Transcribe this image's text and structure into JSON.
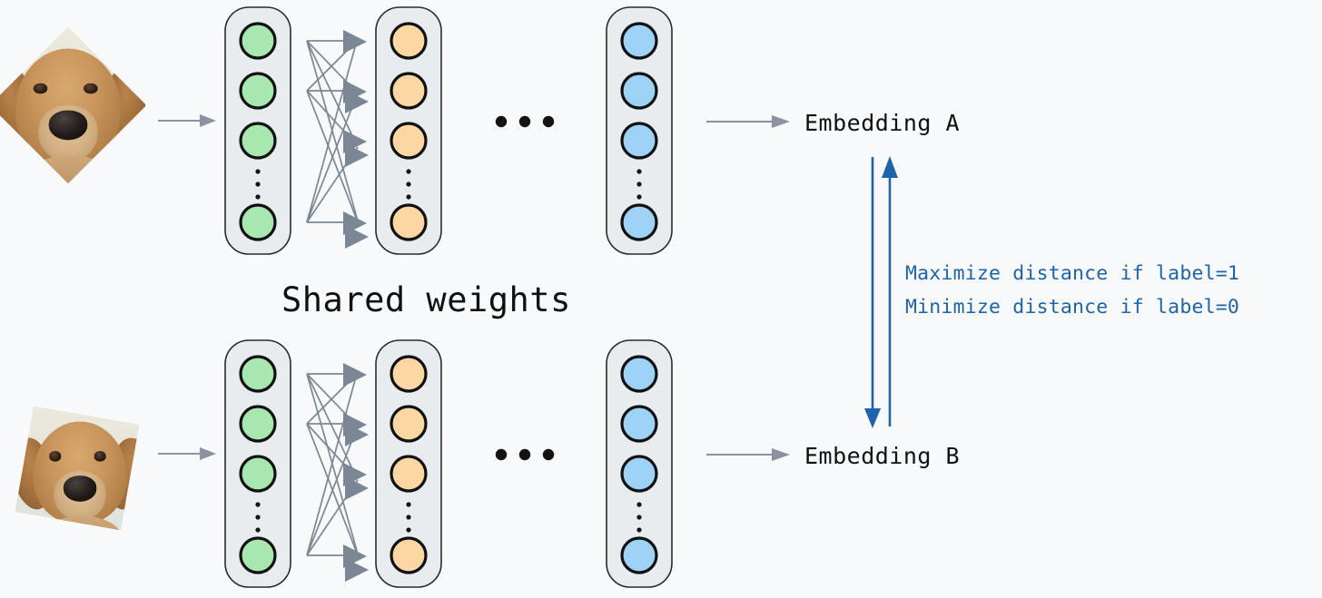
{
  "meta": {
    "title": "Siamese network with shared weights",
    "background_color": "#f7f9fb"
  },
  "labels": {
    "shared_weights": "Shared weights",
    "embedding_a": "Embedding A",
    "embedding_b": "Embedding B",
    "objective_line_1": "Maximize distance if label=1",
    "objective_line_2": "Minimize distance if label=0"
  },
  "colors": {
    "node_green": "#a8e8b0",
    "node_orange": "#fcd7a4",
    "node_blue": "#9ed3f7",
    "layer_box": "#e9ecef",
    "arrow_gray": "#8a939e",
    "connection_gray": "#7b8794",
    "objective_blue": "#1f63ab",
    "text_black": "#111111"
  },
  "branches": [
    {
      "id": "branch-a",
      "input_name": "dog-photo-a",
      "output_label": "Embedding A",
      "layers": [
        {
          "id": "input-layer-a",
          "color": "green",
          "node_count": 4,
          "has_ellipsis": true
        },
        {
          "id": "hidden-layer-a",
          "color": "orange",
          "node_count": 4,
          "has_ellipsis": true
        },
        {
          "id": "output-layer-a",
          "color": "blue",
          "node_count": 4,
          "has_ellipsis": true
        }
      ],
      "inter_layer_ellipsis": "• • •"
    },
    {
      "id": "branch-b",
      "input_name": "dog-photo-b",
      "output_label": "Embedding B",
      "layers": [
        {
          "id": "input-layer-b",
          "color": "green",
          "node_count": 4,
          "has_ellipsis": true
        },
        {
          "id": "hidden-layer-b",
          "color": "orange",
          "node_count": 4,
          "has_ellipsis": true
        },
        {
          "id": "output-layer-b",
          "color": "blue",
          "node_count": 4,
          "has_ellipsis": true
        }
      ],
      "inter_layer_ellipsis": "• • •"
    }
  ],
  "distance_arrows": {
    "up_arrow_direction": "up",
    "down_arrow_direction": "down",
    "color": "#1f63ab"
  }
}
